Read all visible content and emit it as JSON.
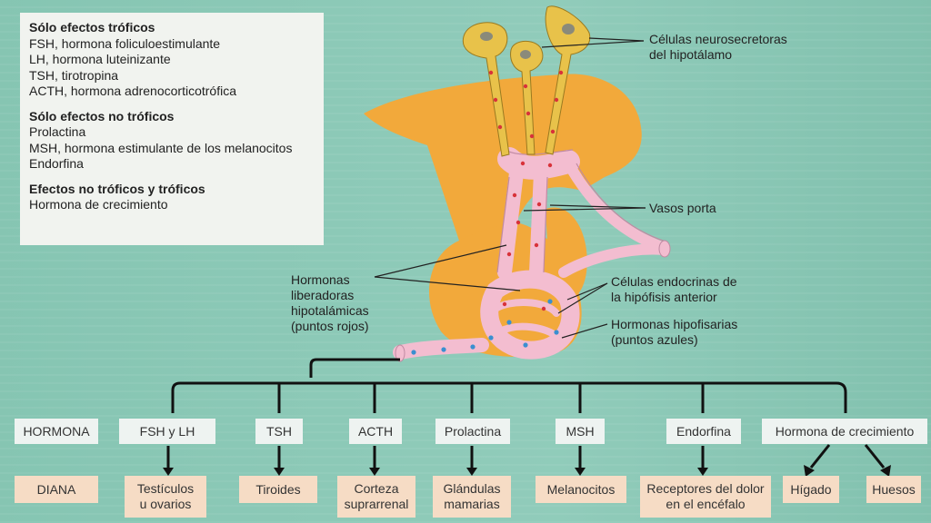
{
  "legend": {
    "sections": [
      {
        "title": "Sólo efectos tróficos",
        "items": [
          "FSH, hormona foliculoestimulante",
          "LH, hormona luteinizante",
          "TSH, tirotropina",
          "ACTH, hormona adrenocorticotrófica"
        ]
      },
      {
        "title": "Sólo efectos no tróficos",
        "items": [
          "Prolactina",
          "MSH, hormona estimulante de los melanocitos",
          "Endorfina"
        ]
      },
      {
        "title": "Efectos no tróficos y tróficos",
        "items": [
          "Hormona de crecimiento"
        ]
      }
    ]
  },
  "labels": {
    "neurosecretoras": [
      "Células neurosecretoras",
      "del hipotálamo"
    ],
    "vasos_porta": [
      "Vasos porta"
    ],
    "hormonas_liberadoras": [
      "Hormonas",
      "liberadoras",
      "hipotalámicas",
      "(puntos rojos)"
    ],
    "celulas_endocrinas": [
      "Células endocrinas de",
      "la hipófisis anterior"
    ],
    "hormonas_hipofisarias": [
      "Hormonas hipofisarias",
      "(puntos azules)"
    ]
  },
  "row_headers": {
    "hormona": "HORMONA",
    "diana": "DIANA"
  },
  "hormones": [
    "FSH y LH",
    "TSH",
    "ACTH",
    "Prolactina",
    "MSH",
    "Endorfina",
    "Hormona de crecimiento"
  ],
  "targets": [
    [
      "Testículos",
      "u ovarios"
    ],
    [
      "Tiroides"
    ],
    [
      "Corteza",
      "suprarrenal"
    ],
    [
      "Glándulas",
      "mamarias"
    ],
    [
      "Melanocitos"
    ],
    [
      "Receptores del dolor",
      "en el encéfalo"
    ],
    [
      "Hígado"
    ],
    [
      "Huesos"
    ]
  ],
  "colors": {
    "background": "#8fcab8",
    "gland": "#f2a93b",
    "vessel": "#f3bdd0",
    "neuron": "#e8c24a",
    "red_dots": "#d8323a",
    "blue_dots": "#3a8fd0",
    "target_box": "#f6dcc5",
    "hormone_box": "#eef3f1"
  }
}
